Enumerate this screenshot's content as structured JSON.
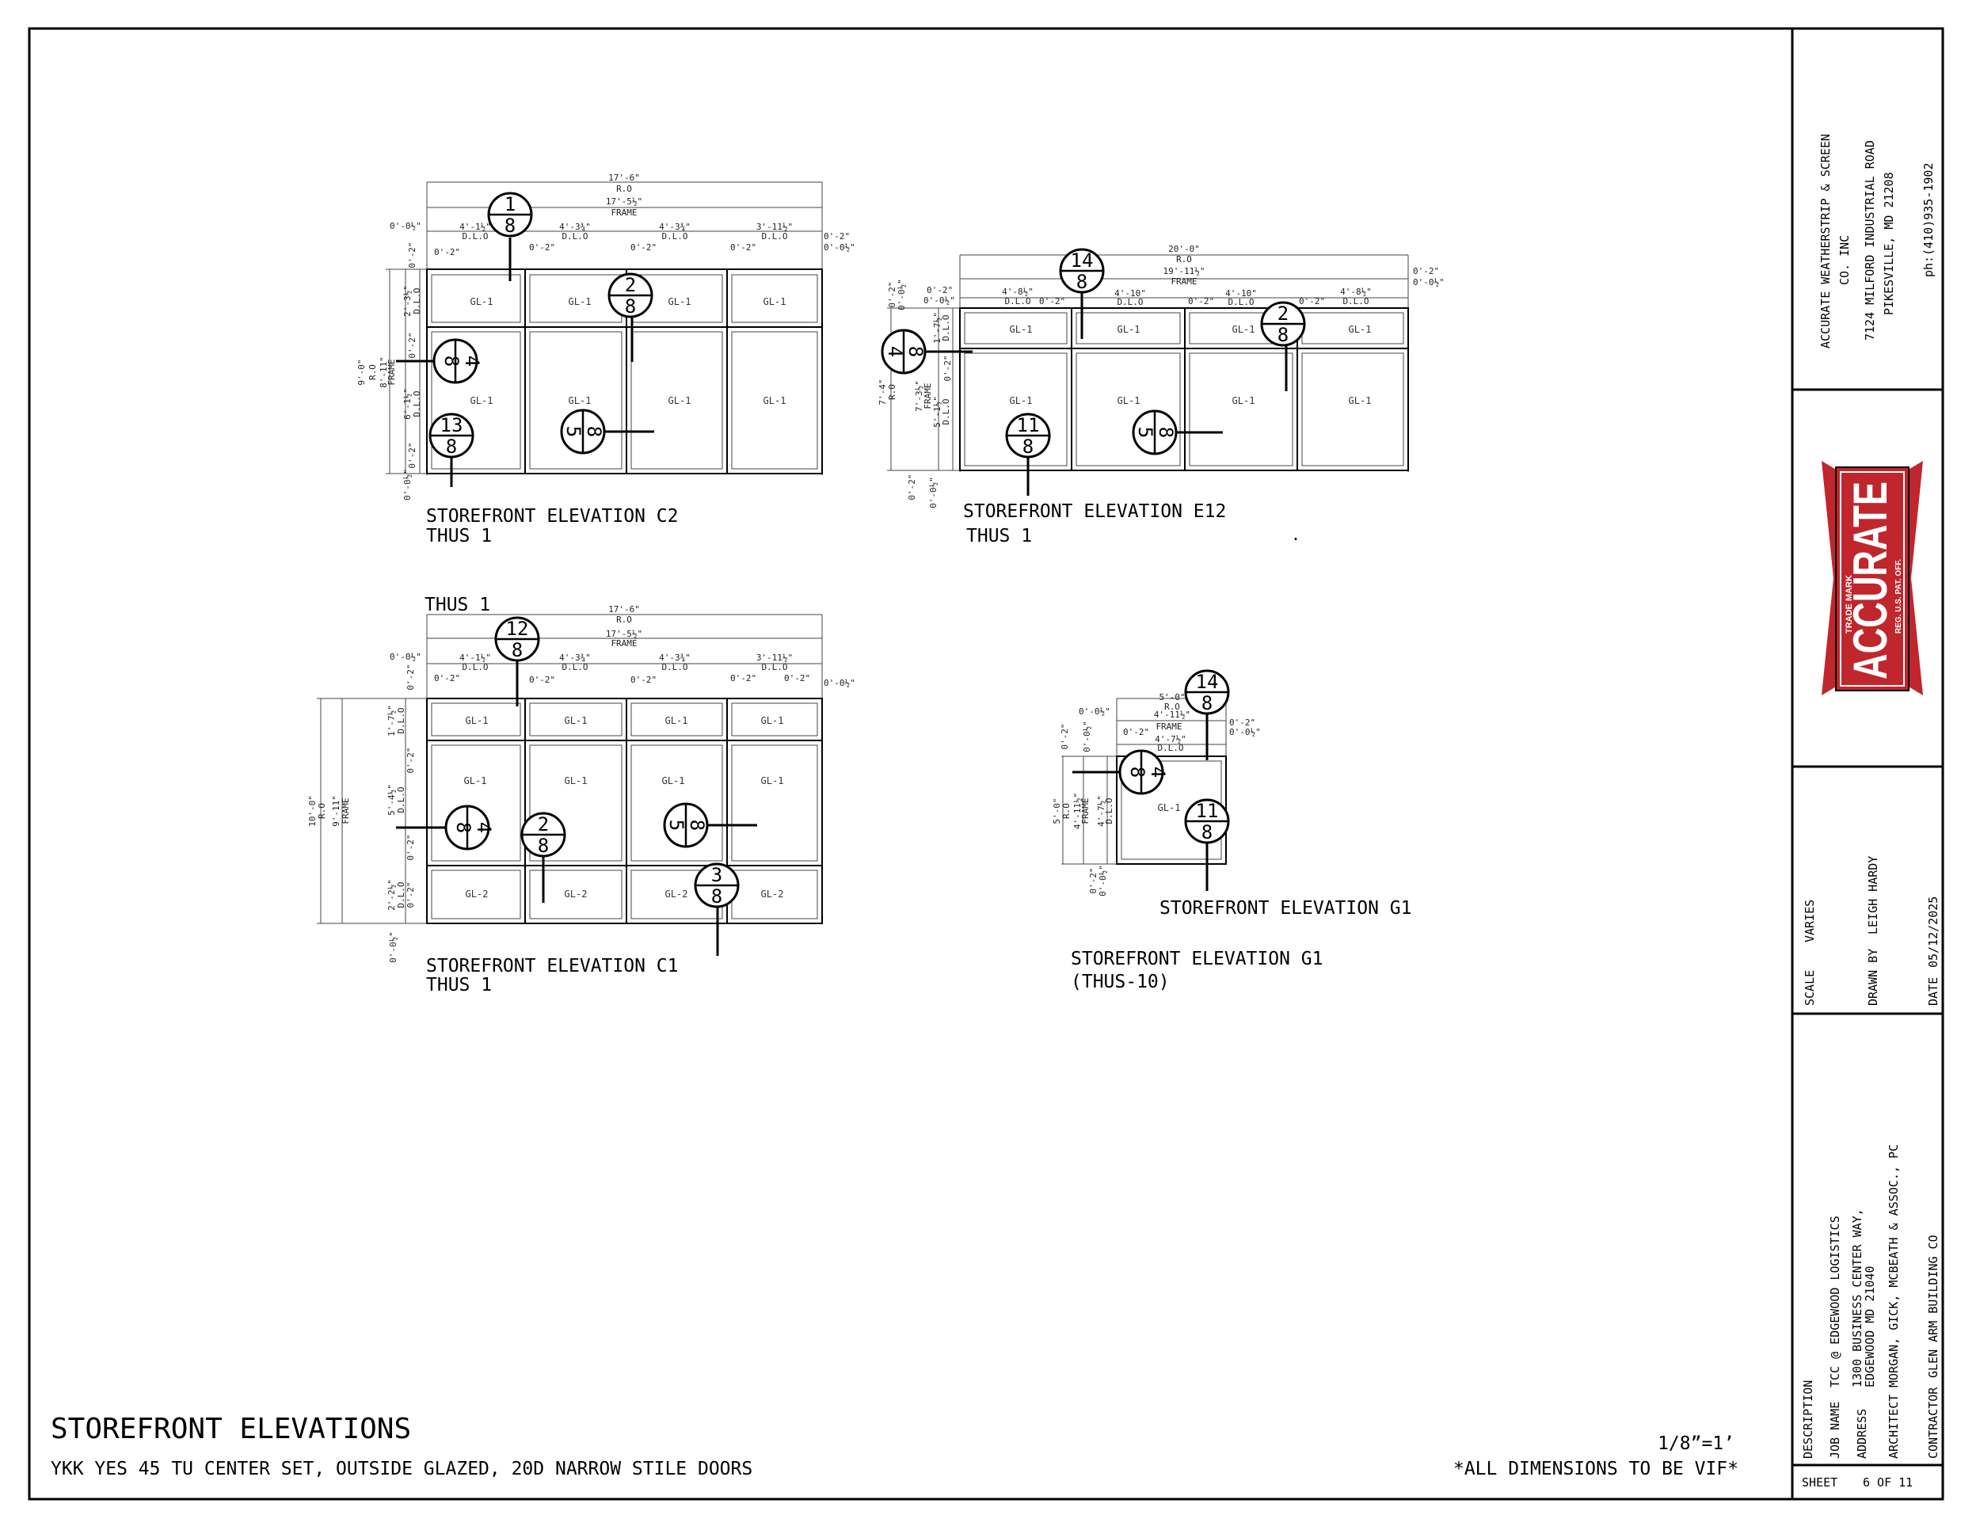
{
  "sheet": {
    "title": "STOREFRONT ELEVATIONS",
    "subtitle": "YKK YES 45 TU CENTER SET, OUTSIDE GLAZED, 20D NARROW STILE DOORS",
    "scale_note": "1/8”=1’",
    "vif_note": "*ALL DIMENSIONS TO BE VIF*"
  },
  "elevations": {
    "c2": {
      "label": "STOREFRONT ELEVATION C2",
      "thus": "THUS 1",
      "ro_width": "17'-6\"",
      "ro": "R.O",
      "frame_width": "17'-5½\"",
      "frame": "FRAME",
      "dlo_widths": [
        "4'-1½\"",
        "4'-3¾\"",
        "4'-3¾\"",
        "3'-11½\""
      ],
      "dlo": "D.L.O",
      "gap": "0'-2\"",
      "edge": "0'-0½\"",
      "height_ro": "9'-0\"",
      "height_frame": "8'-11\"",
      "dlo_top": "2'-3½\"",
      "dlo_bottom": "6'-1½\"",
      "glass": "GL-1"
    },
    "e12": {
      "label": "STOREFRONT ELEVATION E12",
      "thus": "THUS 1",
      "ro_width": "20'-0\"",
      "ro": "R.O",
      "frame_width": "19'-11½\"",
      "frame": "FRAME",
      "dlo_widths": [
        "4'-8½\"",
        "4'-10\"",
        "4'-10\"",
        "4'-8½\""
      ],
      "dlo": "D.L.O",
      "gap": "0'-2\"",
      "edge": "0'-0½\"",
      "height_ro": "7'-4\"",
      "height_frame": "7'-3½\"",
      "dlo_top": "1'-7½\"",
      "dlo_bottom": "5'-1½\"",
      "glass": "GL-1",
      "dot": "."
    },
    "c1": {
      "label": "STOREFRONT ELEVATION C1",
      "thus": "THUS 1",
      "thus_top": "THUS 1",
      "ro_width": "17'-6\"",
      "ro": "R.O",
      "frame_width": "17'-5½\"",
      "frame": "FRAME",
      "dlo_widths": [
        "4'-1½\"",
        "4'-3¾\"",
        "4'-3¾\"",
        "3'-11½\""
      ],
      "dlo": "D.L.O",
      "gap": "0'-2\"",
      "edge": "0'-0½\"",
      "height_ro": "10'-0\"",
      "height_frame": "9'-11\"",
      "dlo_top": "1'-7½\"",
      "dlo_mid": "5'-4½\"",
      "dlo_bottom": "2'-2½\"",
      "glass": "GL-1",
      "glass2": "GL-2"
    },
    "g1": {
      "label": "STOREFRONT ELEVATION G1",
      "label2": "STOREFRONT ELEVATION G1",
      "thus": "(THUS-10)",
      "ro_width": "5'-0\"",
      "ro": "R.O",
      "frame_width": "4'-11½\"",
      "frame": "FRAME",
      "dlo_width": "4'-7½\"",
      "dlo": "D.L.O",
      "gap": "0'-2\"",
      "edge": "0'-0½\"",
      "height_ro": "5'-0\"",
      "height_frame": "4'-11½\"",
      "dlo_h": "4'-7½\"",
      "glass": "GL-1"
    }
  },
  "details": [
    {
      "num": "1",
      "sheet": "8"
    },
    {
      "num": "2",
      "sheet": "8"
    },
    {
      "num": "4",
      "sheet": "8"
    },
    {
      "num": "13",
      "sheet": "8"
    },
    {
      "num": "5",
      "sheet": "8"
    },
    {
      "num": "14",
      "sheet": "8"
    },
    {
      "num": "11",
      "sheet": "8"
    },
    {
      "num": "12",
      "sheet": "8"
    },
    {
      "num": "3",
      "sheet": "8"
    }
  ],
  "title_block": {
    "company": "ACCURATE WEATHERSTRIP & SCREEN",
    "company2": "CO. INC",
    "address1": "7124 MILFORD INDUSTRIAL ROAD",
    "address2": "PIKESVILLE, MD 21208",
    "phone": "ph:(410)935-1902",
    "logo_word": "ACCURATE",
    "logo_tm": "TRADE MARK",
    "logo_reg": "REG. U.S. PAT. OFF.",
    "scale_label": "SCALE",
    "scale_value": "VARIES",
    "drawn_label": "DRAWN BY",
    "drawn_value": "LEIGH HARDY",
    "date_label": "DATE",
    "date_value": "05/12/2025",
    "desc_label": "DESCRIPTION",
    "job_label": "JOB NAME",
    "job_value": "TCC @ EDGEWOOD LOGISTICS",
    "address_label": "ADDRESS",
    "address_value1": "1300 BUSINESS CENTER WAY,",
    "address_value2": "EDGEWOOD MD 21040",
    "architect_label": "ARCHITECT",
    "architect_value": "MORGAN, GICK, MCBEATH & ASSOC., PC",
    "contractor_label": "CONTRACTOR",
    "contractor_value": "GLEN ARM BUILDING CO",
    "sheet_label": "SHEET",
    "sheet_value": "6 OF 11"
  },
  "colors": {
    "logo_red": "#c0262c",
    "ink": "#000000"
  }
}
